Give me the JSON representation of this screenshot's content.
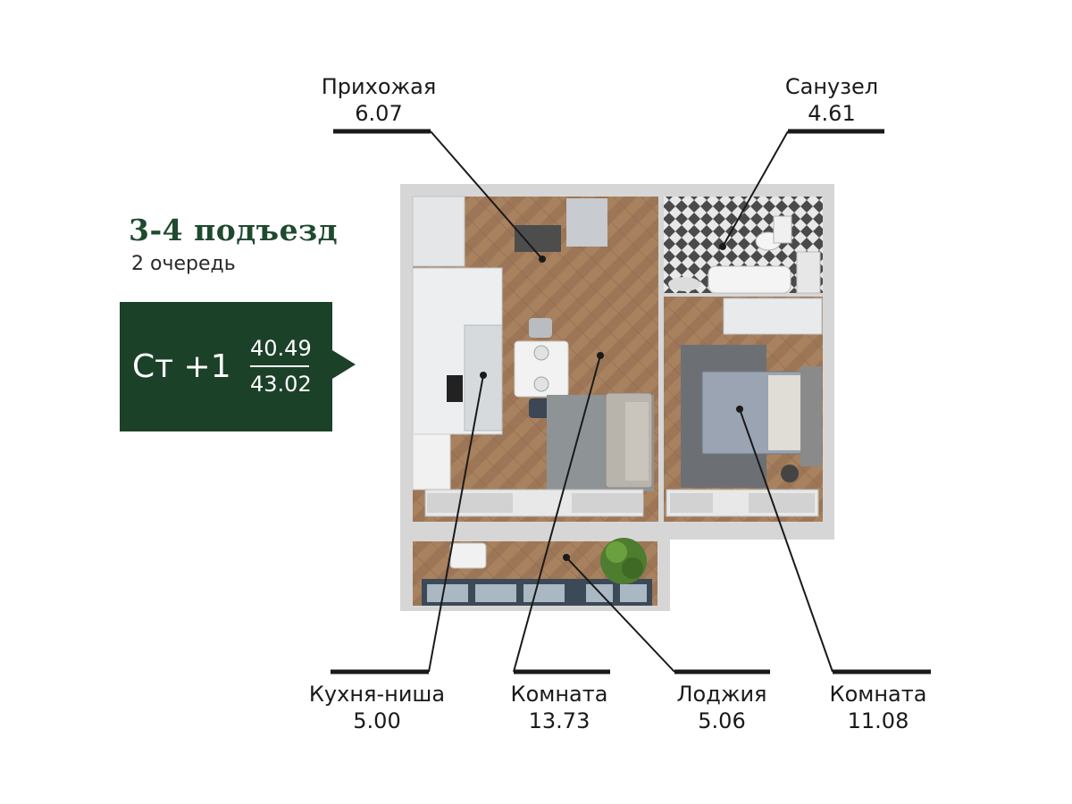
{
  "header": {
    "entrance": "3-4 подъезд",
    "queue": "2 очередь"
  },
  "badge": {
    "type": "Ст +1",
    "area_top": "40.49",
    "area_bottom": "43.02",
    "color": "#1c4129"
  },
  "rooms": [
    {
      "name": "Прихожая",
      "area": "6.07"
    },
    {
      "name": "Санузел",
      "area": "4.61"
    },
    {
      "name": "Кухня-ниша",
      "area": "5.00"
    },
    {
      "name": "Комната",
      "area": "13.73"
    },
    {
      "name": "Лоджия",
      "area": "5.06"
    },
    {
      "name": "Комната",
      "area": "11.08"
    }
  ],
  "colors": {
    "accent": "#1c4129",
    "leader_line": "#1a1a1a",
    "floor_wood": "#9c7656",
    "wall": "#d9d9d9"
  }
}
